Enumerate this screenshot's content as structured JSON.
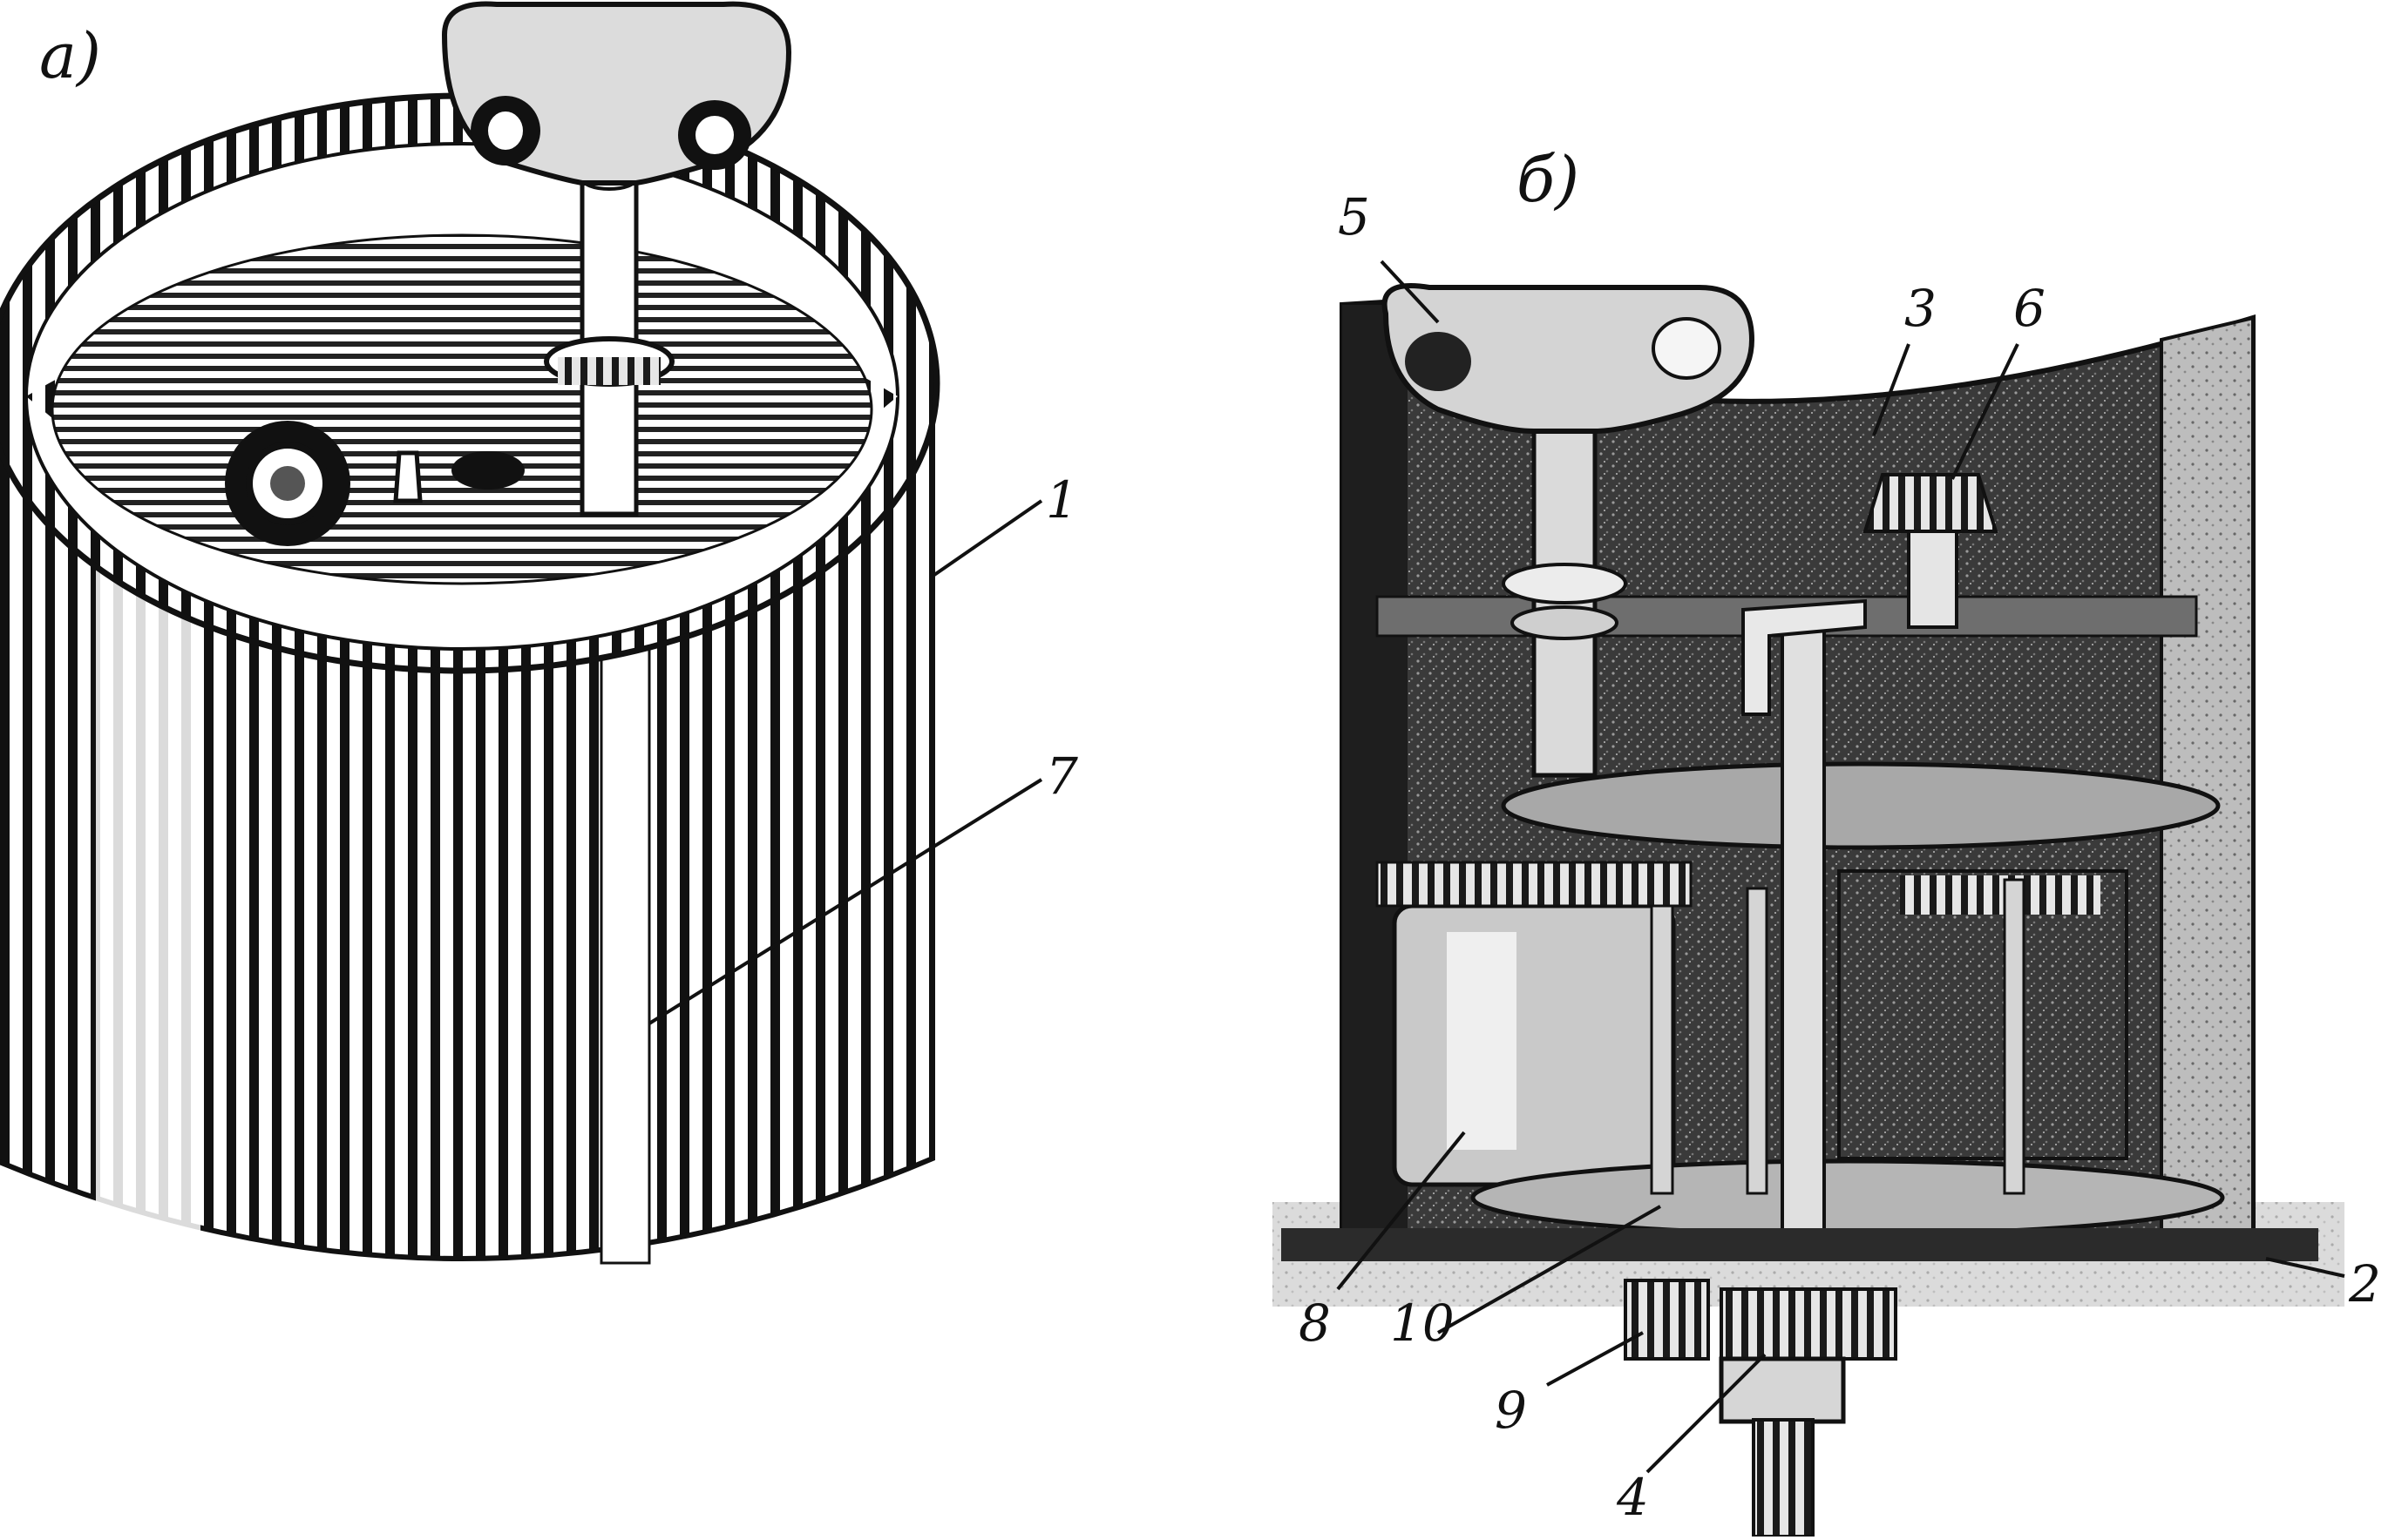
{
  "panels": [
    {
      "id": "a",
      "label": "a)"
    },
    {
      "id": "b",
      "label": "б)"
    }
  ],
  "callouts": {
    "c1": "1",
    "c7": "7",
    "c5": "5",
    "c3": "3",
    "c6": "6",
    "c2": "2",
    "c8": "8",
    "c10": "10",
    "c9": "9",
    "c4": "4"
  },
  "colors": {
    "ink": "#111111",
    "paper": "#ffffff",
    "dark": "#262626",
    "mid": "#8a8a8a",
    "light": "#d9d9d9"
  }
}
